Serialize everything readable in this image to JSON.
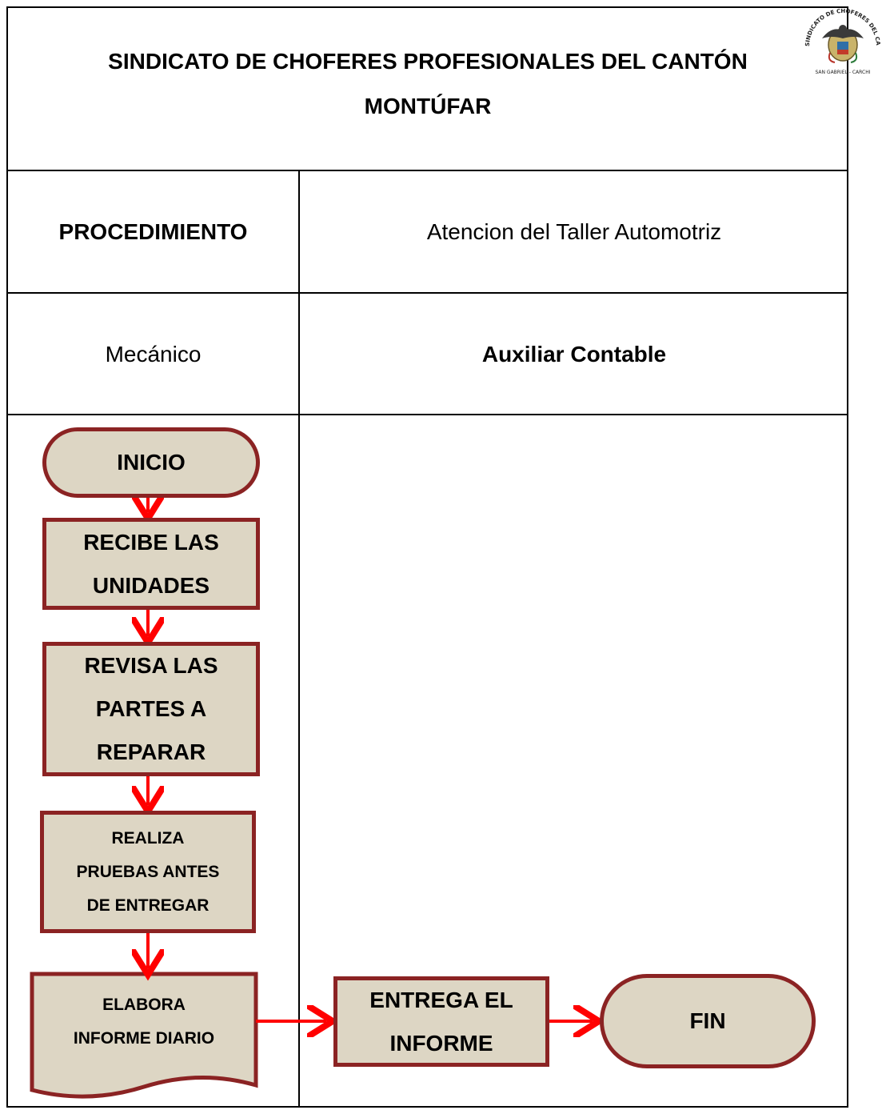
{
  "header": {
    "title": "SINDICATO DE CHOFERES PROFESIONALES DEL CANTÓN MONTÚFAR",
    "logo_text_top": "SINDICATO DE CHOFERES DEL CANTÓN MONTÚFAR",
    "logo_text_bottom": "SAN GABRIEL - CARCHI"
  },
  "procedure": {
    "label": "PROCEDIMIENTO",
    "value": "Atencion del Taller Automotriz"
  },
  "lanes": {
    "left": "Mecánico",
    "right": "Auxiliar Contable"
  },
  "flow": {
    "inicio": "INICIO",
    "recibe": [
      "RECIBE LAS",
      "UNIDADES"
    ],
    "revisa": [
      "REVISA LAS",
      "PARTES A",
      "REPARAR"
    ],
    "realiza": [
      "REALIZA",
      "PRUEBAS ANTES",
      "DE ENTREGAR"
    ],
    "elabora": [
      "ELABORA",
      "INFORME DIARIO"
    ],
    "entrega": [
      "ENTREGA EL",
      "INFORME"
    ],
    "fin": "FIN"
  },
  "colors": {
    "node_fill": "#ddd6c4",
    "node_border": "#8b2323",
    "arrow": "#ff0000"
  }
}
